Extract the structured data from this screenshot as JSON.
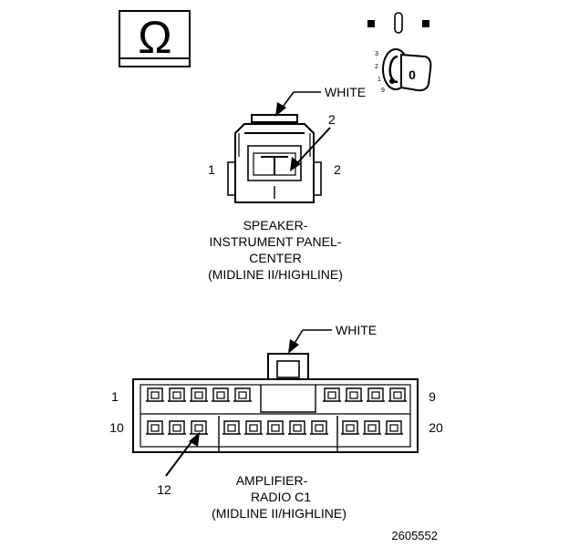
{
  "ohm_symbol": "Ω",
  "ignition": {
    "positions": [
      "3",
      "2",
      "1",
      "9"
    ],
    "key_label": "0"
  },
  "speaker": {
    "connector_color": "WHITE",
    "callout_pin": "2",
    "pin_left": "1",
    "pin_right": "2",
    "title_lines": [
      "SPEAKER-",
      "INSTRUMENT PANEL-",
      "CENTER",
      "(MIDLINE II/HIGHLINE)"
    ]
  },
  "amplifier": {
    "connector_color": "WHITE",
    "pin_top_left": "1",
    "pin_top_right": "9",
    "pin_bottom_left": "10",
    "pin_bottom_right": "20",
    "callout_pin": "12",
    "title_lines": [
      "AMPLIFIER-",
      "RADIO C1",
      "(MIDLINE II/HIGHLINE)"
    ]
  },
  "figure_number": "2605552"
}
